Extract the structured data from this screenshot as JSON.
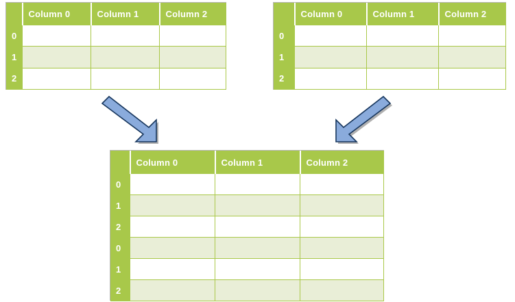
{
  "diagram": {
    "title": "pandas concat diagram",
    "colors": {
      "header_green": "#a8c84a",
      "row_stripe": "#e9eed7",
      "row_plain": "#ffffff",
      "grid_line": "#a9c847",
      "cell_divider": "#000000",
      "arrow_fill": "#8aabdc",
      "arrow_stroke": "#1f3864",
      "table_outline": "#b5b5b5"
    },
    "columns": [
      "Column 0",
      "Column 1",
      "Column 2"
    ],
    "tables": [
      {
        "name": "source-table-left",
        "index": [
          "0",
          "1",
          "2"
        ],
        "rows": [
          {
            "index": "0",
            "stripe": false,
            "cells": [
              "",
              "",
              ""
            ]
          },
          {
            "index": "1",
            "stripe": true,
            "cells": [
              "",
              "",
              ""
            ]
          },
          {
            "index": "2",
            "stripe": false,
            "cells": [
              "",
              "",
              ""
            ]
          }
        ]
      },
      {
        "name": "source-table-right",
        "index": [
          "0",
          "1",
          "2"
        ],
        "rows": [
          {
            "index": "0",
            "stripe": false,
            "cells": [
              "",
              "",
              ""
            ]
          },
          {
            "index": "1",
            "stripe": true,
            "cells": [
              "",
              "",
              ""
            ]
          },
          {
            "index": "2",
            "stripe": false,
            "cells": [
              "",
              "",
              ""
            ]
          }
        ]
      },
      {
        "name": "result-table",
        "index": [
          "0",
          "1",
          "2",
          "0",
          "1",
          "2"
        ],
        "rows": [
          {
            "index": "0",
            "stripe": false,
            "cells": [
              "",
              "",
              ""
            ]
          },
          {
            "index": "1",
            "stripe": true,
            "cells": [
              "",
              "",
              ""
            ]
          },
          {
            "index": "2",
            "stripe": false,
            "cells": [
              "",
              "",
              ""
            ]
          },
          {
            "index": "0",
            "stripe": true,
            "cells": [
              "",
              "",
              ""
            ]
          },
          {
            "index": "1",
            "stripe": false,
            "cells": [
              "",
              "",
              ""
            ]
          },
          {
            "index": "2",
            "stripe": true,
            "cells": [
              "",
              "",
              ""
            ]
          }
        ]
      }
    ],
    "arrows": [
      {
        "name": "arrow-left-to-result",
        "direction": "down-right"
      },
      {
        "name": "arrow-right-to-result",
        "direction": "down-left"
      }
    ]
  },
  "tables": {
    "left": {
      "header": {
        "index": "",
        "c0": "Column 0",
        "c1": "Column 1",
        "c2": "Column 2"
      },
      "rows": [
        {
          "index": "0"
        },
        {
          "index": "1"
        },
        {
          "index": "2"
        }
      ]
    },
    "right": {
      "header": {
        "index": "",
        "c0": "Column 0",
        "c1": "Column 1",
        "c2": "Column 2"
      },
      "rows": [
        {
          "index": "0"
        },
        {
          "index": "1"
        },
        {
          "index": "2"
        }
      ]
    },
    "result": {
      "header": {
        "index": "",
        "c0": "Column 0",
        "c1": "Column 1",
        "c2": "Column 2"
      },
      "rows": [
        {
          "index": "0"
        },
        {
          "index": "1"
        },
        {
          "index": "2"
        },
        {
          "index": "0"
        },
        {
          "index": "1"
        },
        {
          "index": "2"
        }
      ]
    }
  }
}
